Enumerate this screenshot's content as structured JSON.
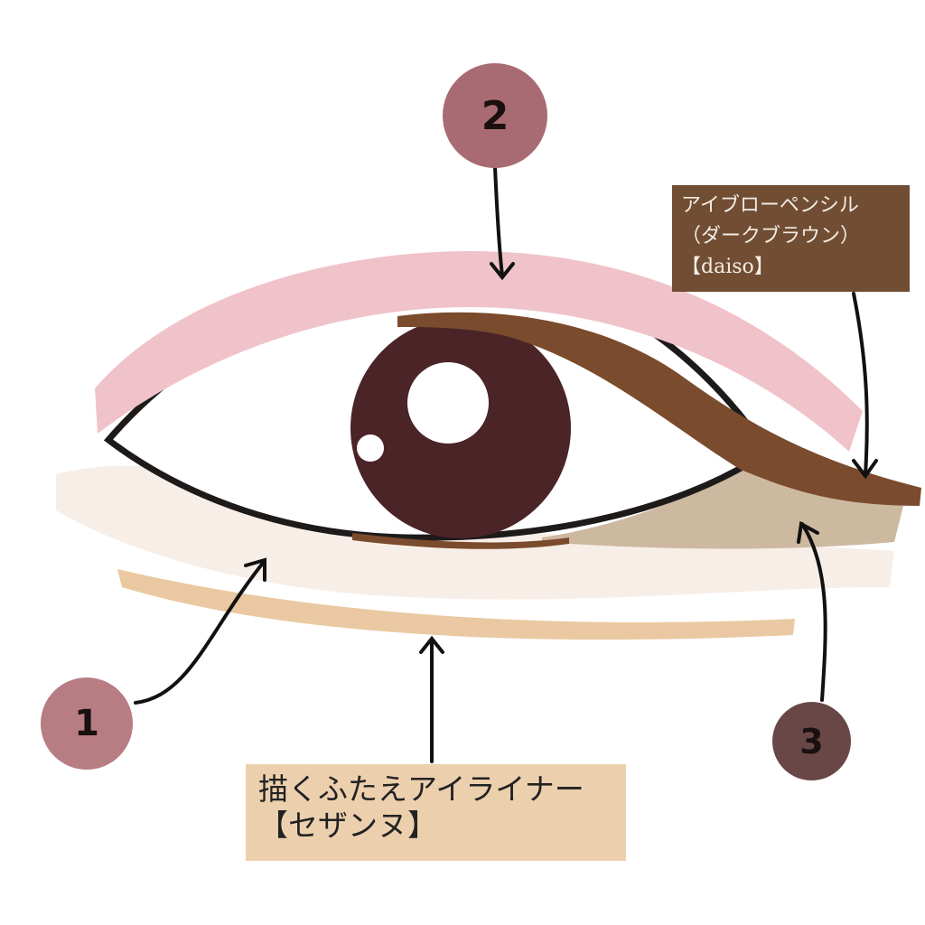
{
  "markers": [
    {
      "number": "1",
      "color": "#b87c83"
    },
    {
      "number": "2",
      "color": "#a96b73"
    },
    {
      "number": "3",
      "color": "#6a4747"
    }
  ],
  "labels": {
    "eyebrow_pencil": {
      "line1": "アイブローペンシル",
      "line2": "（ダークブラウン）",
      "line3": "【daiso】",
      "color": "#704d33"
    },
    "eyeliner": {
      "line1": "描くふたえアイライナー",
      "line2": "【セザンヌ】",
      "color": "#ecd0ae"
    }
  },
  "colors": {
    "pink_shadow": "#efc3c9",
    "cream_shadow": "#f8eee8",
    "tan_line": "#eac9a2",
    "brown_liner": "#7a4b2c",
    "iris": "#4b2428",
    "outer_corner": "#cdb8a0"
  }
}
